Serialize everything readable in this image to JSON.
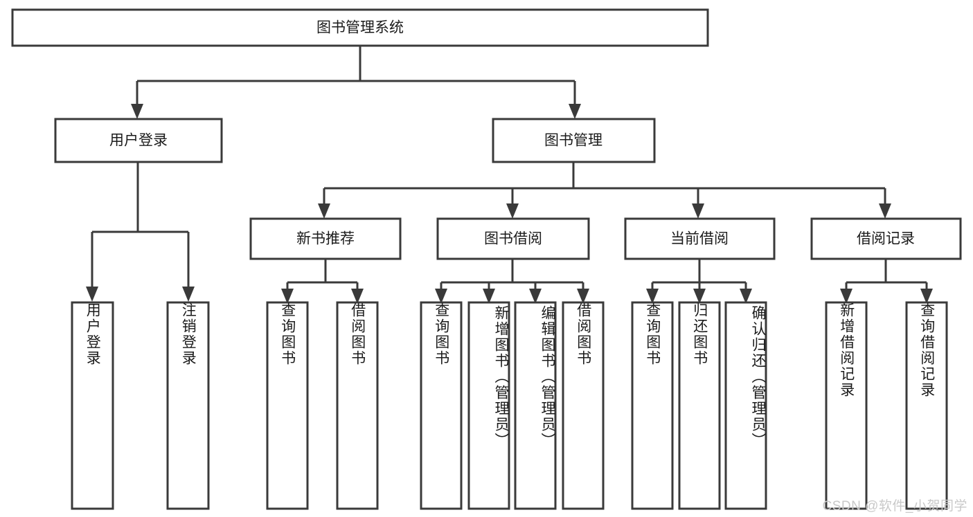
{
  "diagram": {
    "type": "tree-hierarchy",
    "title": "图书管理系统",
    "root": {
      "id": "root",
      "label": "图书管理系统",
      "orientation": "horizontal"
    },
    "level1": [
      {
        "id": "user-login",
        "label": "用户登录",
        "orientation": "horizontal"
      },
      {
        "id": "book-manage",
        "label": "图书管理",
        "orientation": "horizontal"
      }
    ],
    "level2": [
      {
        "id": "new-book-recommend",
        "label": "新书推荐",
        "orientation": "horizontal",
        "parent": "book-manage"
      },
      {
        "id": "book-borrow",
        "label": "图书借阅",
        "orientation": "horizontal",
        "parent": "book-manage"
      },
      {
        "id": "current-borrow",
        "label": "当前借阅",
        "orientation": "horizontal",
        "parent": "book-manage"
      },
      {
        "id": "borrow-record",
        "label": "借阅记录",
        "orientation": "horizontal",
        "parent": "book-manage"
      }
    ],
    "leaves": [
      {
        "id": "leaf-user-login",
        "label": "用户登录",
        "parent": "user-login",
        "orientation": "vertical"
      },
      {
        "id": "leaf-user-logout",
        "label": "注销登录",
        "parent": "user-login",
        "orientation": "vertical"
      },
      {
        "id": "leaf-query-book-1",
        "label": "查询图书",
        "parent": "new-book-recommend",
        "orientation": "vertical"
      },
      {
        "id": "leaf-borrow-book-1",
        "label": "借阅图书",
        "parent": "new-book-recommend",
        "orientation": "vertical"
      },
      {
        "id": "leaf-query-book-2",
        "label": "查询图书",
        "parent": "book-borrow",
        "orientation": "vertical"
      },
      {
        "id": "leaf-add-book",
        "label": "新增图书（管理员）",
        "parent": "book-borrow",
        "orientation": "vertical"
      },
      {
        "id": "leaf-edit-book",
        "label": "编辑图书（管理员）",
        "parent": "book-borrow",
        "orientation": "vertical"
      },
      {
        "id": "leaf-borrow-book-2",
        "label": "借阅图书",
        "parent": "book-borrow",
        "orientation": "vertical"
      },
      {
        "id": "leaf-query-book-3",
        "label": "查询图书",
        "parent": "current-borrow",
        "orientation": "vertical"
      },
      {
        "id": "leaf-return-book",
        "label": "归还图书",
        "parent": "current-borrow",
        "orientation": "vertical"
      },
      {
        "id": "leaf-confirm-return",
        "label": "确认归还（管理员）",
        "parent": "current-borrow",
        "orientation": "vertical"
      },
      {
        "id": "leaf-add-record",
        "label": "新增借阅记录",
        "parent": "borrow-record",
        "orientation": "vertical"
      },
      {
        "id": "leaf-query-record",
        "label": "查询借阅记录",
        "parent": "borrow-record",
        "orientation": "vertical"
      }
    ],
    "colors": {
      "stroke": "#3a3a3a",
      "fill": "#ffffff",
      "text": "#1b1b1b",
      "watermark": "#c9c9c9",
      "background": "#ffffff"
    }
  },
  "watermark": {
    "text": "CSDN @软件_小贺同学"
  }
}
